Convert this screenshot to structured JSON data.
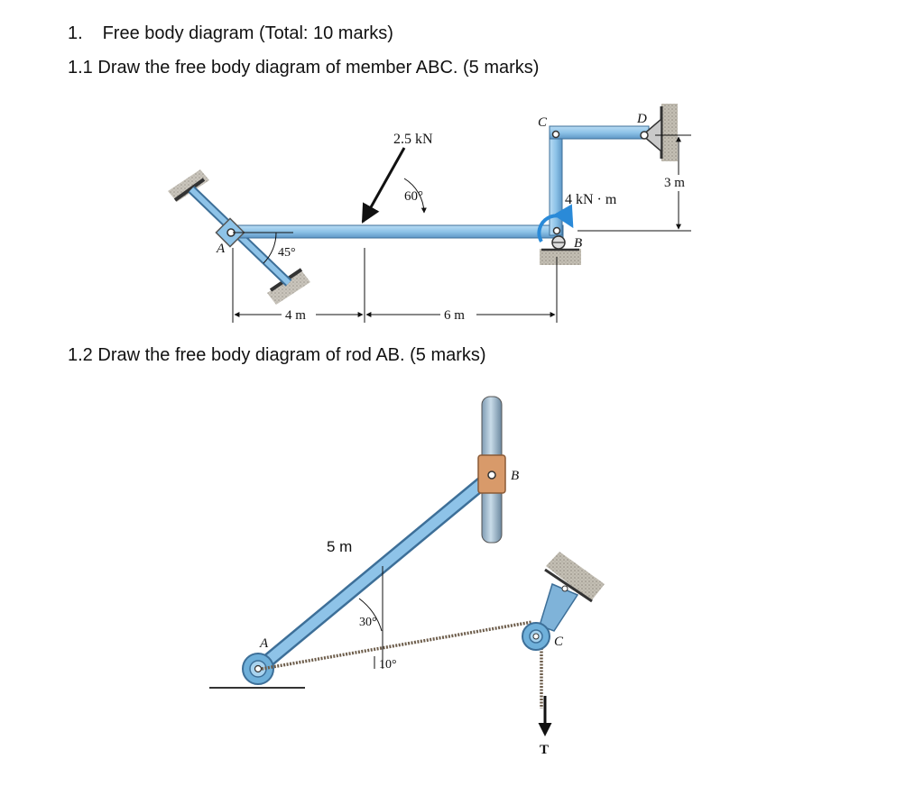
{
  "questions": {
    "q1": {
      "number": "1.",
      "text": "Free body diagram (Total: 10 marks)"
    },
    "q1_1": {
      "number": "1.1",
      "text": "Draw the free body diagram of member ABC. (5 marks)"
    },
    "q1_2": {
      "number": "1.2",
      "text": "Draw the free body diagram of rod AB. (5 marks)"
    }
  },
  "figure1": {
    "point_a": "A",
    "point_b": "B",
    "point_c": "C",
    "point_d": "D",
    "force": "2.5 kN",
    "force_angle": "60°",
    "moment": "4 kN · m",
    "support_angle": "45°",
    "dim_left": "4 m",
    "dim_right": "6 m",
    "dim_vertical": "3 m"
  },
  "figure2": {
    "point_a": "A",
    "point_b": "B",
    "point_c": "C",
    "rod_length": "5 m",
    "rod_angle": "30°",
    "cable_angle": "10°",
    "tension": "T"
  },
  "colors": {
    "member_blue": "#8ec3e8",
    "member_edge": "#3d6f98",
    "ground": "#b5b0a6",
    "collar": "#d89a6a",
    "moment_arrow": "#2a8ad8"
  }
}
